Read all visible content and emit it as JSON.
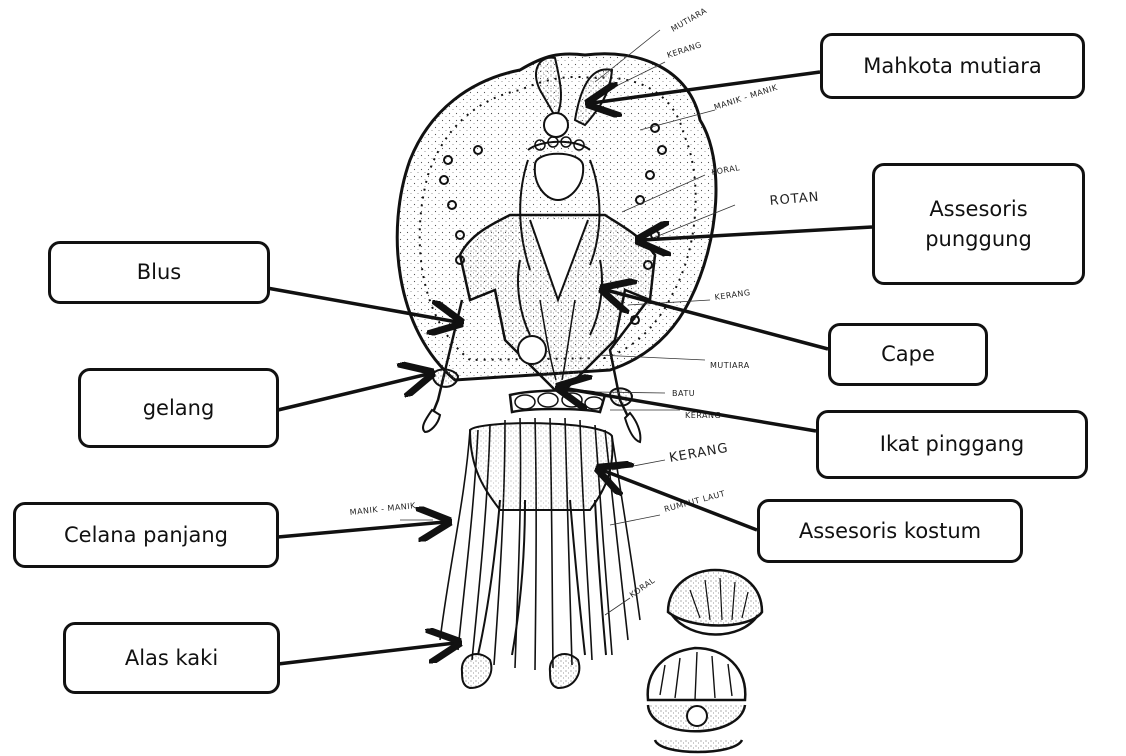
{
  "labels": {
    "mahkota": "Mahkota mutiara",
    "assesoris_punggung": "Assesoris punggung",
    "blus": "Blus",
    "cape": "Cape",
    "gelang": "gelang",
    "ikat_pinggang": "Ikat pinggang",
    "celana_panjang": "Celana panjang",
    "assesoris_kostum": "Assesoris kostum",
    "alas_kaki": "Alas kaki"
  },
  "sketch_notes": {
    "mutiara_top": "MUTIARA",
    "kerang_top": "KERANG",
    "manik_top": "MANIK - MANIK",
    "koral_1": "KORAL",
    "rotan": "ROTAN",
    "kerang_2": "KERANG",
    "mutiara_2": "MUTIARA",
    "batu": "BATU",
    "kerang_3": "KERANG",
    "kerang_4": "KERANG",
    "rumput_laut": "RUMPUT LAUT",
    "manik_left": "MANIK - MANIK",
    "koral_2": "KORAL"
  },
  "colors": {
    "ink": "#111111",
    "paper": "#ffffff"
  }
}
